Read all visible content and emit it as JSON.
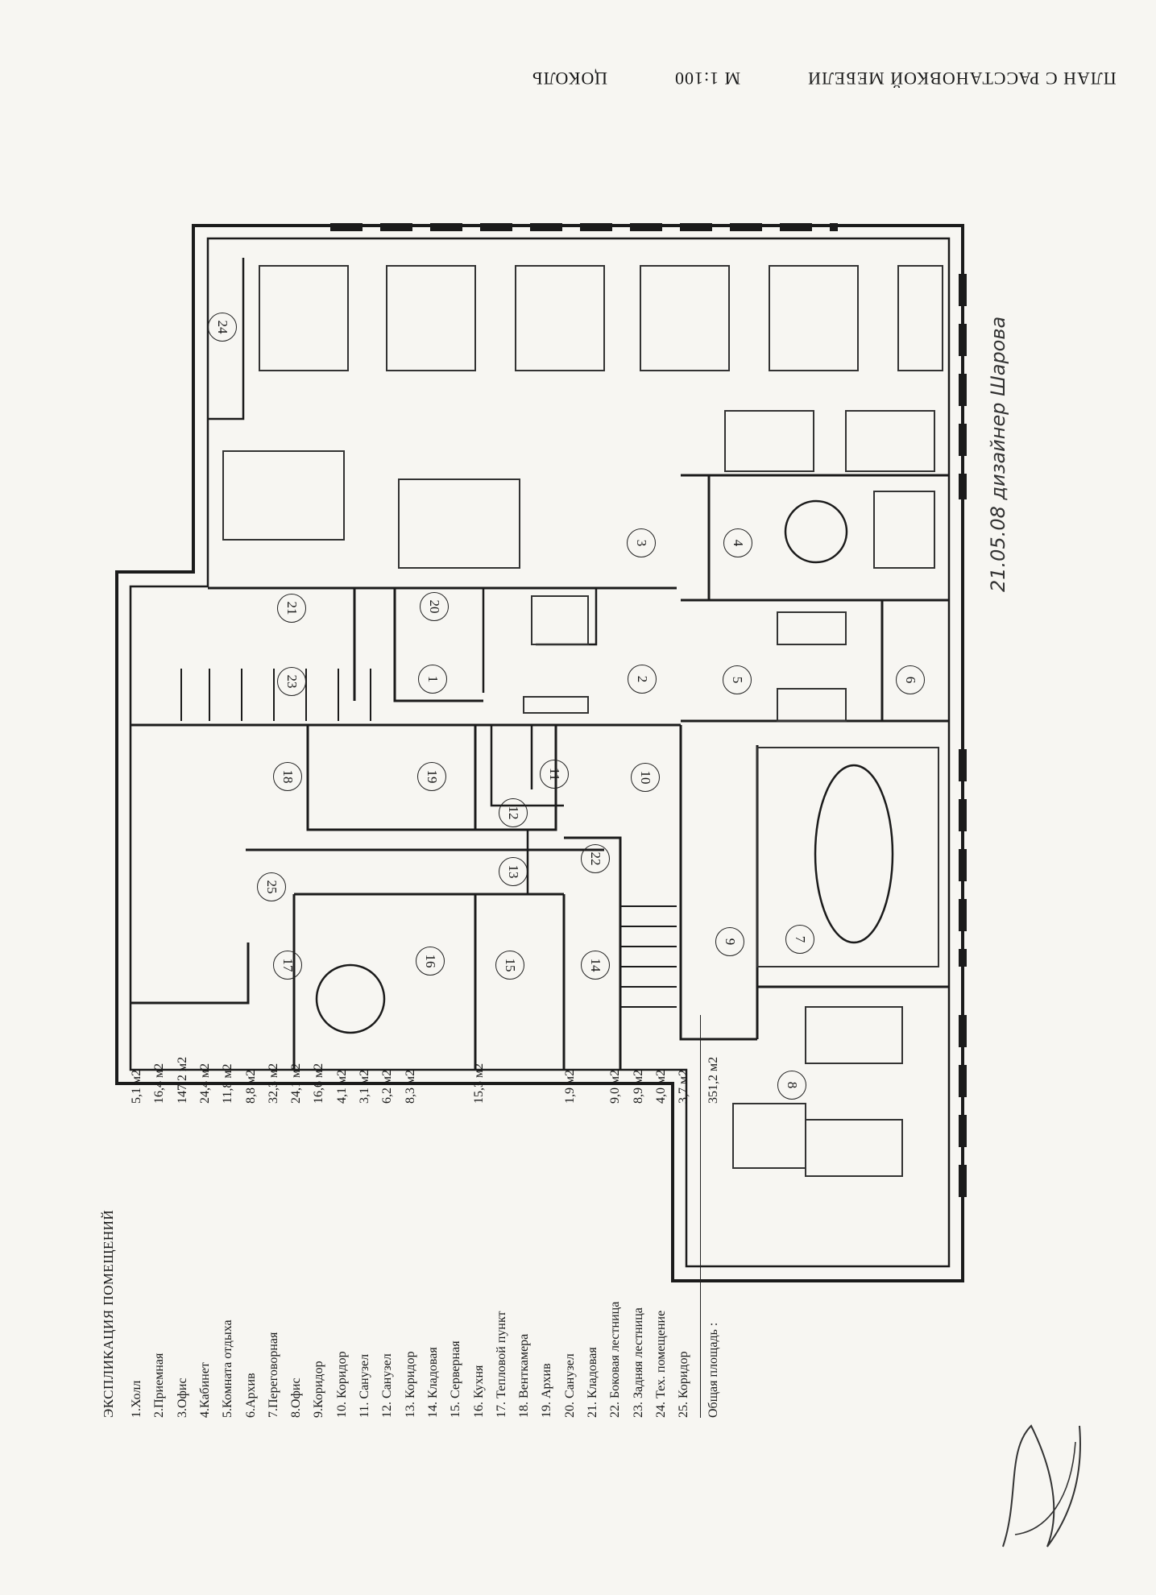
{
  "title": {
    "plan": "ПЛАН С РАССТАНОВКОЙ МЕБЕЛИ",
    "scale": "М 1:100",
    "floor": "ЦОКОЛЬ"
  },
  "handwritten": {
    "note": "21.05.08 дизайнер Шарова"
  },
  "legend": {
    "heading": "ЭКСПЛИКАЦИЯ ПОМЕЩЕНИЙ",
    "rooms": [
      {
        "label": "1.Холл",
        "area": "5,1 м2"
      },
      {
        "label": "2.Приемная",
        "area": "16,4 м2"
      },
      {
        "label": "3.Офис",
        "area": "147,2 м2"
      },
      {
        "label": "4.Кабинет",
        "area": "24,4 м2"
      },
      {
        "label": "5.Комната отдыха",
        "area": "11,8 м2"
      },
      {
        "label": "6.Архив",
        "area": "8,8 м2"
      },
      {
        "label": "7.Переговорная",
        "area": "32,3 м2"
      },
      {
        "label": "8.Офис",
        "area": "24,1 м2"
      },
      {
        "label": "9.Коридор",
        "area": "16,6 м2"
      },
      {
        "label": "10. Коридор",
        "area": "4,1 м2"
      },
      {
        "label": "11. Санузел",
        "area": "3,1 м2"
      },
      {
        "label": "12. Санузел",
        "area": "6,2 м2"
      },
      {
        "label": "13. Коридор",
        "area": "8,3 м2"
      },
      {
        "label": "14. Кладовая",
        "area": ""
      },
      {
        "label": "15. Серверная",
        "area": ""
      },
      {
        "label": "16. Кухня",
        "area": "15,3 м2"
      },
      {
        "label": "17. Тепловой пункт",
        "area": ""
      },
      {
        "label": "18. Венткамера",
        "area": ""
      },
      {
        "label": "19. Архив",
        "area": ""
      },
      {
        "label": "20. Санузел",
        "area": "1,9 м2"
      },
      {
        "label": "21. Кладовая",
        "area": ""
      },
      {
        "label": "22. Боковая лестница",
        "area": "9,0 м2"
      },
      {
        "label": "23. Задняя лестница",
        "area": "8,9 м2"
      },
      {
        "label": "24. Тех. помещение",
        "area": "4,0 м2"
      },
      {
        "label": "25. Коридор",
        "area": "3,7 м2"
      }
    ],
    "total_label": "Общая площадь :",
    "total_area": "351,2 м2"
  },
  "room_numbers": [
    "1",
    "2",
    "3",
    "4",
    "5",
    "6",
    "7",
    "8",
    "9",
    "10",
    "11",
    "12",
    "13",
    "14",
    "15",
    "16",
    "17",
    "18",
    "19",
    "20",
    "21",
    "22",
    "23",
    "24",
    "25"
  ]
}
